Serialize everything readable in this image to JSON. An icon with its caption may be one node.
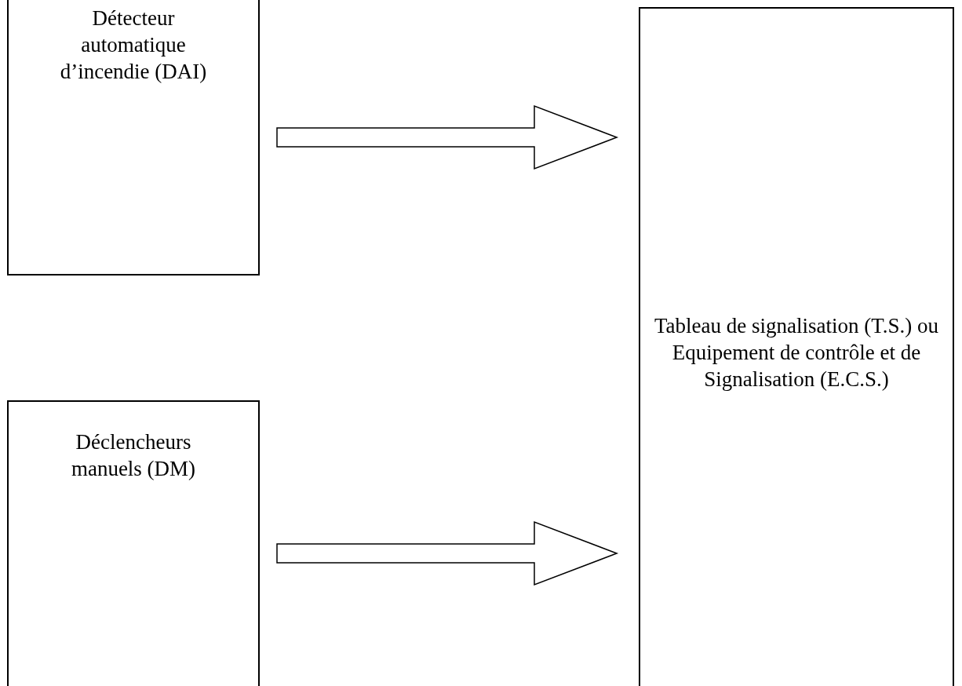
{
  "diagram": {
    "nodes": [
      {
        "text": [
          "Détecteur automatique d’incendie (DAI)"
        ]
      },
      {
        "text": [
          "Déclencheurs manuels (DM)"
        ]
      },
      {
        "text": [
          "Tableau de signalisation (T.S.) ou Equipement de contrôle et de Signalisation (E.C.S.)"
        ]
      }
    ],
    "edges": [
      {
        "from": 0,
        "to": 2,
        "arrow": "to"
      },
      {
        "from": 1,
        "to": 2,
        "arrow": "to"
      }
    ]
  }
}
